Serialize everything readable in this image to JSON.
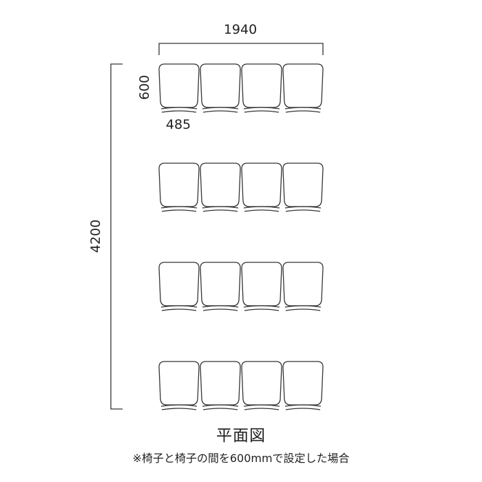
{
  "dimensions": {
    "total_width": "1940",
    "total_depth": "4200",
    "seat_depth": "600",
    "seat_width": "485"
  },
  "layout": {
    "rows": 4,
    "chairs_per_row": 4
  },
  "caption": {
    "title": "平面図",
    "note": "※椅子と椅子の間を600mmで設定した場合"
  }
}
